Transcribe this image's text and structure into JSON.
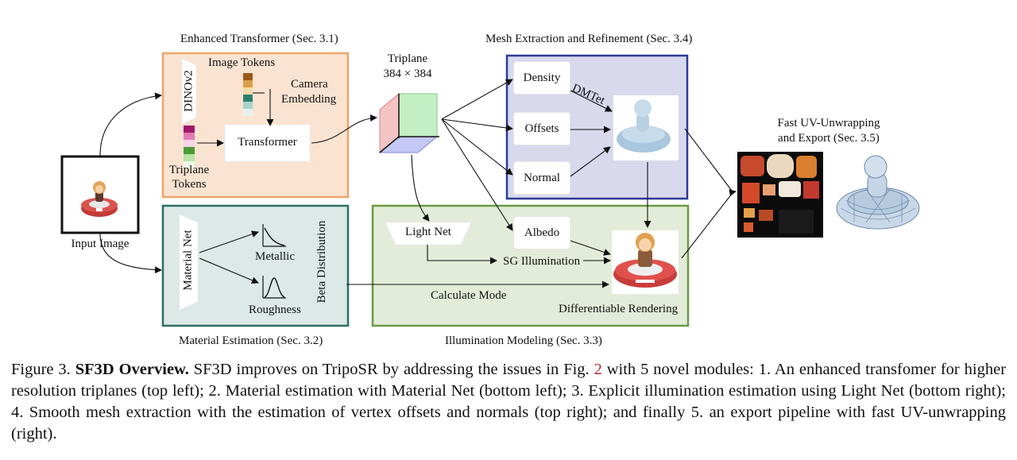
{
  "sections": {
    "enhanced_transformer": "Enhanced Transformer (Sec. 3.1)",
    "mesh_extraction": "Mesh Extraction and Refinement (Sec. 3.4)",
    "material_estimation": "Material Estimation (Sec. 3.2)",
    "illumination_modeling": "Illumination Modeling (Sec. 3.3)",
    "uv_unwrapping_line1": "Fast UV-Unwrapping",
    "uv_unwrapping_line2": "and Export (Sec. 3.5)"
  },
  "transformer": {
    "dinov2": "DINOv2",
    "image_tokens": "Image Tokens",
    "camera_line1": "Camera",
    "camera_line2": "Embedding",
    "transformer": "Transformer",
    "triplane_tokens_line1": "Triplane",
    "triplane_tokens_line2": "Tokens"
  },
  "triplane": {
    "title": "Triplane",
    "size": "384 × 384"
  },
  "mesh": {
    "density": "Density",
    "offsets": "Offsets",
    "normal": "Normal",
    "dmtet": "DMTet"
  },
  "input": {
    "label": "Input Image"
  },
  "material": {
    "net": "Material Net",
    "metallic": "Metallic",
    "roughness": "Roughness",
    "beta": "Beta Distribution",
    "calculate_mode": "Calculate Mode"
  },
  "illumination": {
    "light_net": "Light Net",
    "albedo": "Albedo",
    "sg_illumination": "SG Illumination",
    "differentiable_rendering": "Differentiable Rendering"
  },
  "caption": {
    "prefix": "Figure 3.",
    "title": "SF3D Overview.",
    "text_a": "SF3D improves on TripoSR by addressing the issues in Fig.",
    "fig_ref": "2",
    "text_b": "with 5 novel modules: 1. An enhanced transfomer for higher resolution triplanes (top left); 2. Material estimation with Material Net (bottom left); 3. Explicit illumination estimation using Light Net (bottom right); 4. Smooth mesh extraction with the estimation of vertex offsets and normals (top right); and finally 5. an export pipeline with fast UV-unwrapping (right)."
  },
  "colors": {
    "transformer_fill": "#fbe3d2",
    "transformer_border": "#f0a468",
    "mesh_fill": "#d9d9ee",
    "mesh_border": "#2c3a96",
    "material_fill": "#dce9e6",
    "material_border": "#2f6e67",
    "illum_fill": "#e2ecd8",
    "illum_border": "#6b9a45",
    "fig_ref": "#c0282d"
  }
}
